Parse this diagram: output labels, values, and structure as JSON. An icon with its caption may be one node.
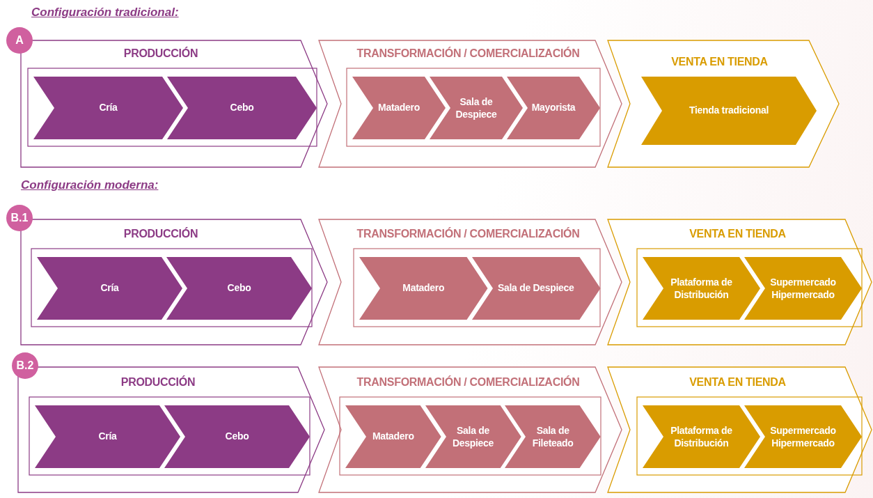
{
  "diagram": {
    "nodes": [
      {
        "text": [
          "A"
        ]
      },
      {
        "text": [
          "PRODUCCIÓN"
        ]
      },
      {
        "text": [
          "Cría"
        ],
        "in": 1
      },
      {
        "text": [
          "Cebo"
        ],
        "in": 1
      },
      {
        "text": [
          "TRANSFORMACIÓN / COMERCIALIZACIÓN"
        ]
      },
      {
        "text": [
          "Matadero"
        ],
        "in": 4
      },
      {
        "text": [
          "Sala de Despiece"
        ],
        "in": 4
      },
      {
        "text": [
          "Mayorista"
        ],
        "in": 4
      },
      {
        "text": [
          "VENTA EN TIENDA"
        ]
      },
      {
        "text": [
          "Tienda tradicional"
        ],
        "in": 8
      },
      {
        "text": [
          "B.1"
        ]
      },
      {
        "text": [
          "PRODUCCIÓN"
        ]
      },
      {
        "text": [
          "Cría"
        ],
        "in": 11
      },
      {
        "text": [
          "Cebo"
        ],
        "in": 11
      },
      {
        "text": [
          "TRANSFORMACIÓN / COMERCIALIZACIÓN"
        ]
      },
      {
        "text": [
          "Matadero"
        ],
        "in": 14
      },
      {
        "text": [
          "Sala de Despiece"
        ],
        "in": 14
      },
      {
        "text": [
          "VENTA EN TIENDA"
        ]
      },
      {
        "text": [
          "Plataforma de Distribución"
        ],
        "in": 17
      },
      {
        "text": [
          "Supermercado Hipermercado"
        ],
        "in": 17
      },
      {
        "text": [
          "B.2"
        ]
      },
      {
        "text": [
          "PRODUCCIÓN"
        ]
      },
      {
        "text": [
          "Cría"
        ],
        "in": 21
      },
      {
        "text": [
          "Cebo"
        ],
        "in": 21
      },
      {
        "text": [
          "TRANSFORMACIÓN / COMERCIALIZACIÓN"
        ]
      },
      {
        "text": [
          "Matadero"
        ],
        "in": 24
      },
      {
        "text": [
          "Sala de Despiece"
        ],
        "in": 24
      },
      {
        "text": [
          "Sala de Fileteado"
        ],
        "in": 24
      },
      {
        "text": [
          "VENTA EN TIENDA"
        ]
      },
      {
        "text": [
          "Plataforma de Distribución"
        ],
        "in": 28
      },
      {
        "text": [
          "Supermercado Hipermercado"
        ],
        "in": 28
      }
    ],
    "labels": [
      "Configuración tradicional:",
      "Configuración moderna:"
    ]
  }
}
